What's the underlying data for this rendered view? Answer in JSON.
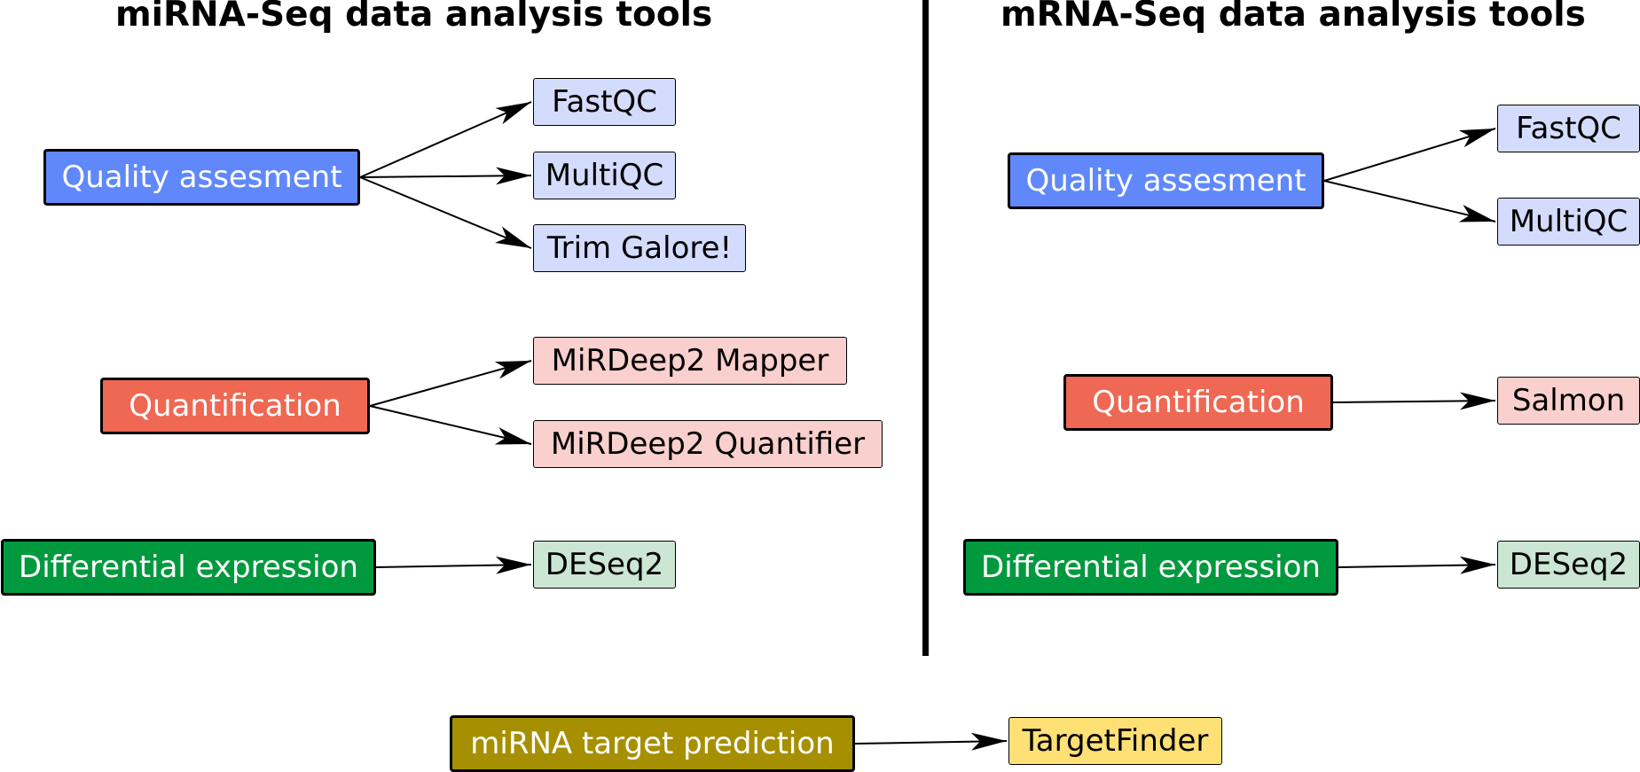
{
  "left": {
    "title": "miRNA-Seq data analysis tools",
    "quality": {
      "label": "Quality assesment",
      "tools": [
        "FastQC",
        "MultiQC",
        "Trim Galore!"
      ]
    },
    "quantification": {
      "label": "Quantification",
      "tools": [
        "MiRDeep2 Mapper",
        "MiRDeep2 Quantifier"
      ]
    },
    "differential": {
      "label": "Differential expression",
      "tools": [
        "DESeq2"
      ]
    }
  },
  "right": {
    "title": "mRNA-Seq data analysis tools",
    "quality": {
      "label": "Quality assesment",
      "tools": [
        "FastQC",
        "MultiQC"
      ]
    },
    "quantification": {
      "label": "Quantification",
      "tools": [
        "Salmon"
      ]
    },
    "differential": {
      "label": "Differential expression",
      "tools": [
        "DESeq2"
      ]
    }
  },
  "bottom": {
    "target_prediction": {
      "label": "miRNA target prediction",
      "tools": [
        "TargetFinder"
      ]
    }
  },
  "colors": {
    "quality": "#6088fb",
    "quality_tool": "#d4dcfd",
    "quantification": "#ee6853",
    "quantification_tool": "#f9d0cd",
    "differential": "#01993e",
    "differential_tool": "#cbe6d3",
    "target_prediction": "#a69001",
    "target_prediction_tool": "#ffe074"
  }
}
